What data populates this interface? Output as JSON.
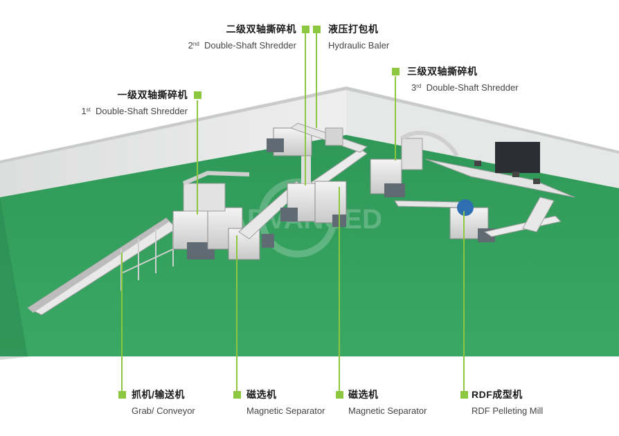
{
  "watermark": "ADVANCED",
  "accent_color": "#8dc63f",
  "floor_color": "#33a060",
  "labels": {
    "secondary_shredder": {
      "cn": "二级双轴撕碎机",
      "ordinal": "2",
      "suffix": "nd",
      "en": "Double-Shaft Shredder"
    },
    "hydraulic_baler": {
      "cn": "液压打包机",
      "en": "Hydraulic Baler"
    },
    "tertiary_shredder": {
      "cn": "三级双轴撕碎机",
      "ordinal": "3",
      "suffix": "rd",
      "en": "Double-Shaft Shredder"
    },
    "primary_shredder": {
      "cn": "一级双轴撕碎机",
      "ordinal": "1",
      "suffix": "st",
      "en": "Double-Shaft Shredder"
    },
    "grab_conveyor": {
      "cn": "抓机/输送机",
      "en": "Grab/ Conveyor"
    },
    "magnetic_separator_1": {
      "cn": "磁选机",
      "en": "Magnetic Separator"
    },
    "magnetic_separator_2": {
      "cn": "磁选机",
      "en": "Magnetic Separator"
    },
    "rdf_mill": {
      "cn": "RDF成型机",
      "en": "RDF Pelleting Mill"
    }
  }
}
